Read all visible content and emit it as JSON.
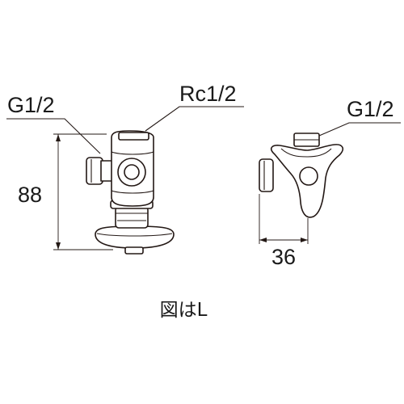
{
  "labels": {
    "front_left_thread": "G1/2",
    "front_top_thread": "Rc1/2",
    "side_thread": "G1/2",
    "height_dim": "88",
    "width_dim": "36",
    "caption": "図はL"
  },
  "colors": {
    "line": "#231815",
    "background": "#ffffff"
  }
}
